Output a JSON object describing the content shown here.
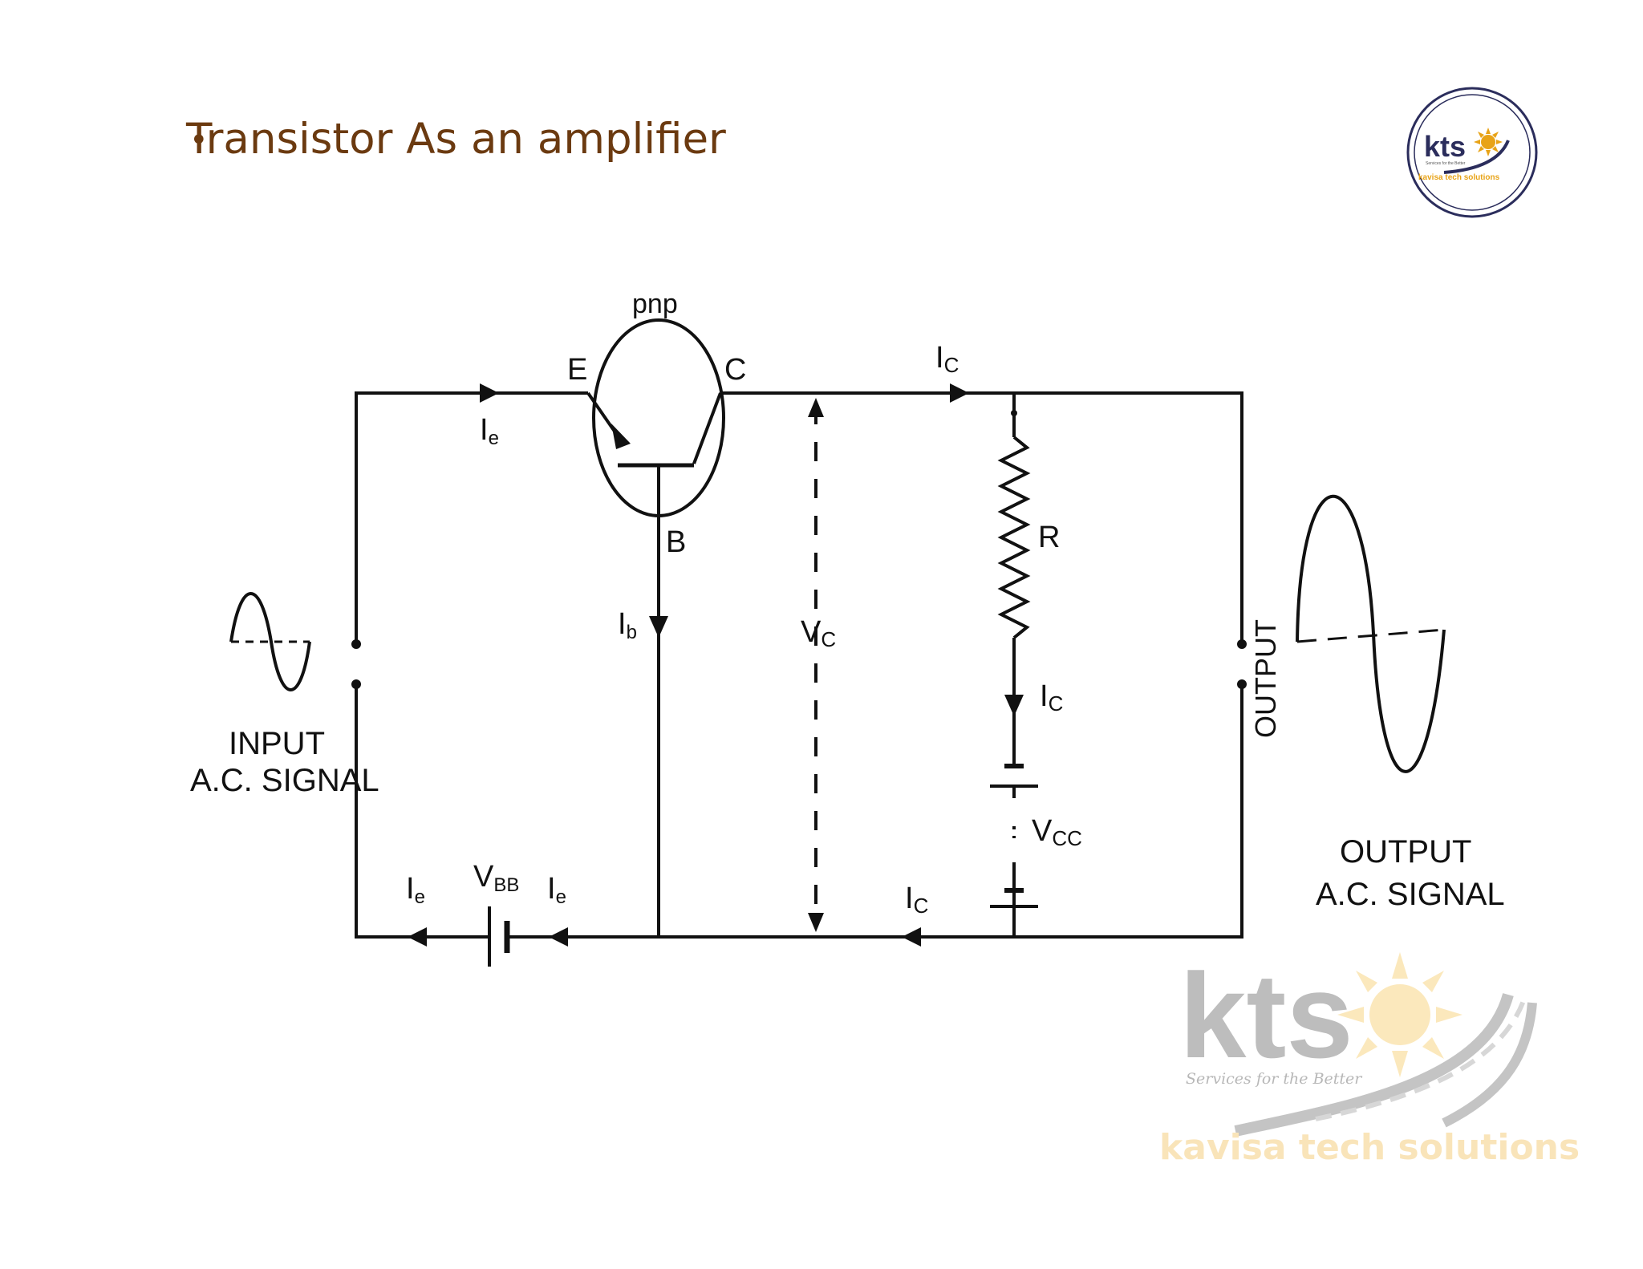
{
  "slide": {
    "bullet": "•",
    "title": "Transistor As an amplifier"
  },
  "logo_small": {
    "mark": "kts",
    "tagline": "Services for the Better",
    "name": "kavisa tech solutions"
  },
  "logo_watermark": {
    "mark": "kts",
    "tagline": "Services for the Better",
    "name": "kavisa tech solutions"
  },
  "circuit": {
    "transistor_type": "pnp",
    "emitter": "E",
    "collector": "C",
    "base": "B",
    "ie_main": "Ie",
    "ie_main_sub": "e",
    "ib": "Ib",
    "ib_sub": "b",
    "vc": "Vc",
    "vc_sub": "C",
    "ic_top": "Ic",
    "ic_top_sub": "C",
    "resistor": "R",
    "ic_mid": "Ic",
    "ic_mid_sub": "C",
    "vcc": "Vcc",
    "vcc_sub": "CC",
    "ic_bottom": "Ic",
    "ic_bottom_sub": "C",
    "ie_left": "Ie",
    "ie_left_sub": "e",
    "vbb": "VBB",
    "vbb_sub": "BB",
    "ie_right": "Ie",
    "ie_right_sub": "e",
    "input_line1": "INPUT",
    "input_line2": "A.C. SIGNAL",
    "output_vertical": "OUTPUT",
    "output_line1": "OUTPUT",
    "output_line2": "A.C. SIGNAL"
  },
  "colors": {
    "title": "#6b3a10",
    "logo_navy": "#2b2d5c",
    "logo_gold": "#e8a317",
    "wire": "#111111"
  }
}
